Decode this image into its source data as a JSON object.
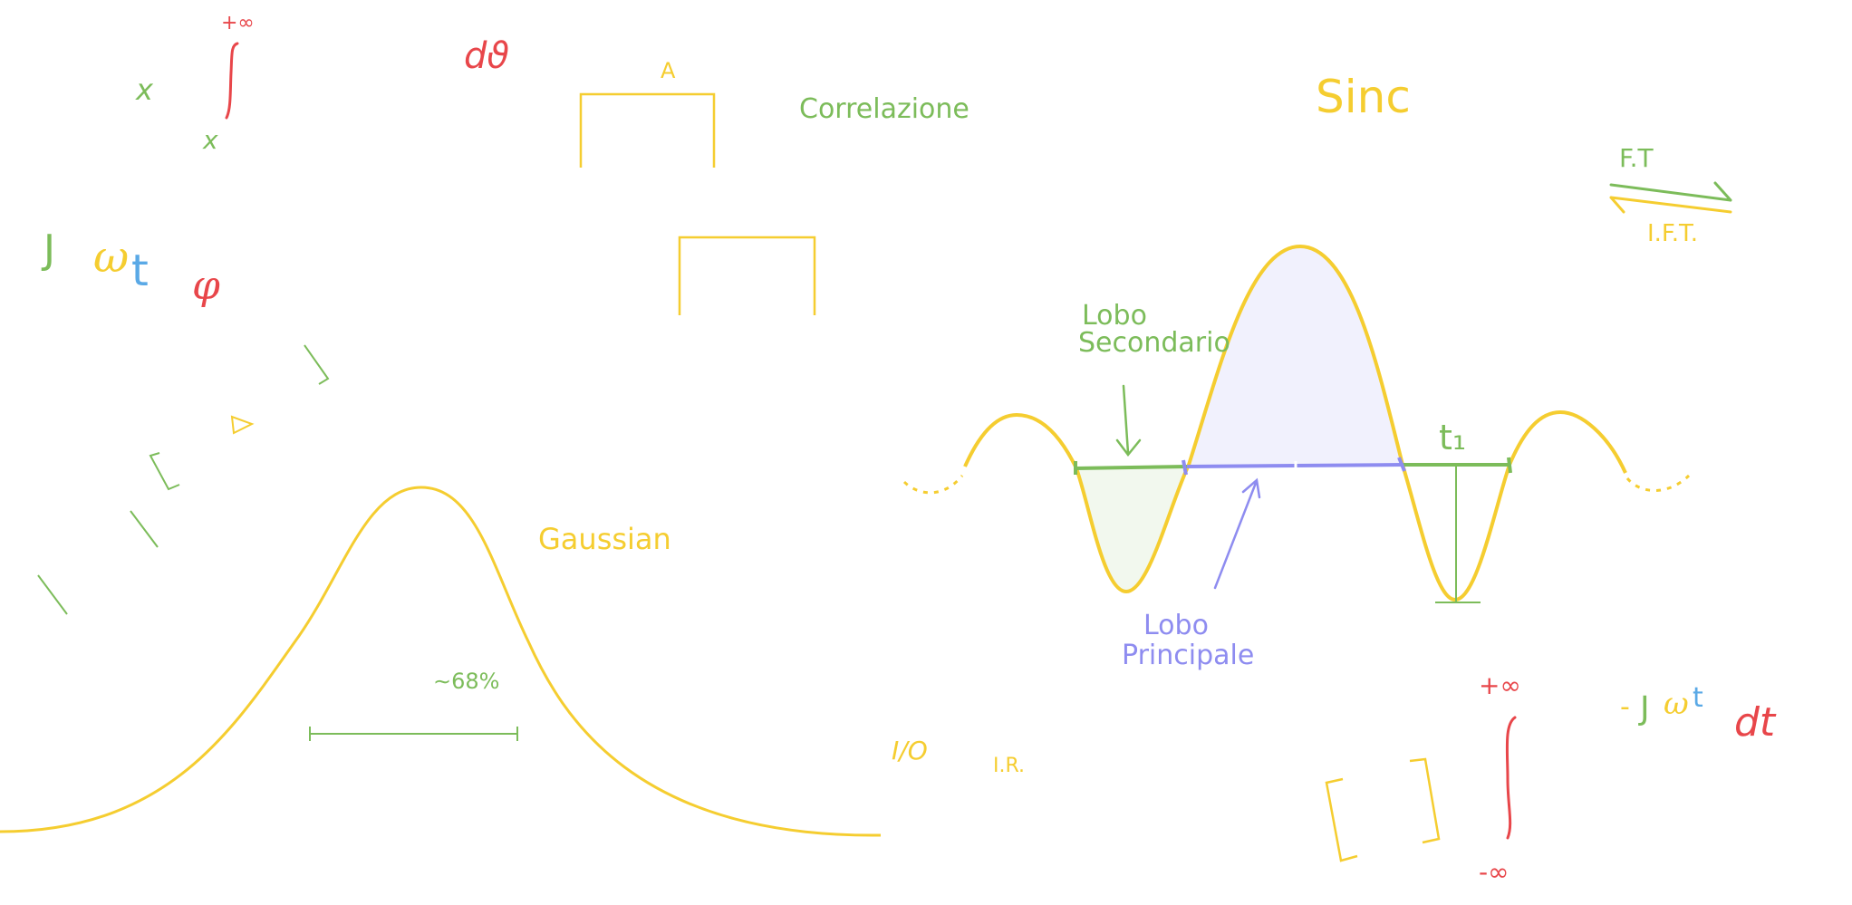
{
  "colors": {
    "yellow": "#f5cd30",
    "green": "#7cbc5a",
    "red": "#e8464a",
    "blue": "#5aa9e6",
    "purple": "#8e8cf0",
    "purple_fill": "#f1f1fd",
    "green_fill": "#f2f8ee"
  },
  "top_left_formula": {
    "var_x": "x",
    "upper_limit": "+∞",
    "lower_limit": "x",
    "differential": "dϑ"
  },
  "j_omega_t": {
    "j": "J",
    "omega": "ω",
    "t": "t",
    "phi": "φ"
  },
  "rect_signal_amplitude": "A",
  "correlation_label": "Correlazione",
  "gaussian_label": "Gaussian",
  "gaussian_percent": "∼68%",
  "io_label": "I/O",
  "ir_label": "I.R.",
  "sinc_label": "Sinc",
  "ft_label": "F.T",
  "ift_label": "I.F.T.",
  "lobo_secondario": [
    "Lobo",
    "Secondario"
  ],
  "lobo_principale": [
    "Lobo",
    "Principale"
  ],
  "t1_label": "t₁",
  "bottom_formula": {
    "upper_limit": "+∞",
    "lower_limit": "-∞",
    "exponent": {
      "minus": "-",
      "j": "J",
      "omega": "ω",
      "t": "t"
    },
    "differential": "dt"
  }
}
